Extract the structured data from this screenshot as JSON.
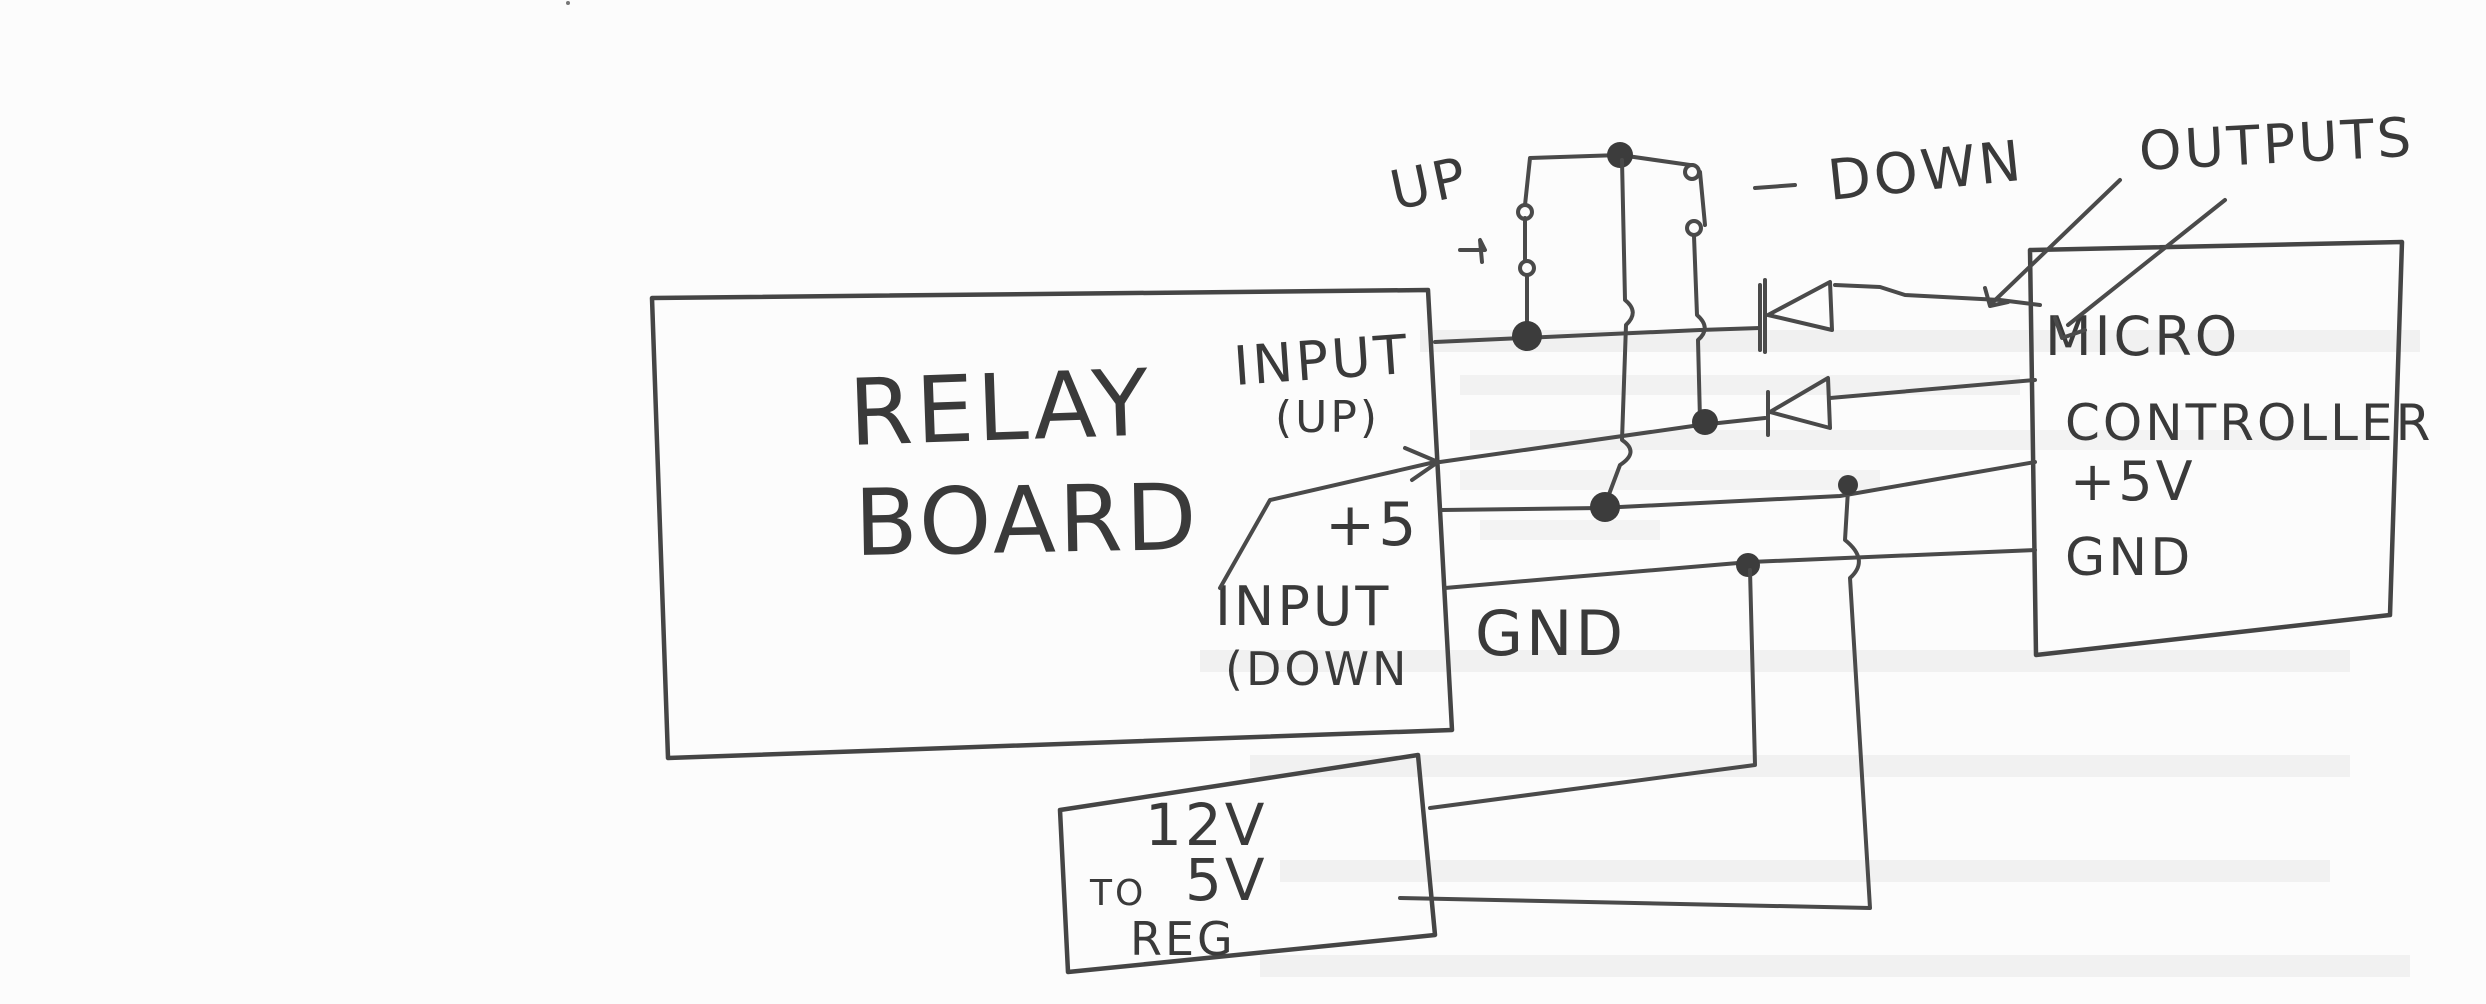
{
  "relay_board": {
    "title_line1": "RELAY",
    "title_line2": "BOARD",
    "input_up_line1": "INPUT",
    "input_up_line2": "(UP)",
    "plus5": "+5",
    "input_down_line1": "INPUT",
    "input_down_line2": "(DOWN",
    "gnd": "GND"
  },
  "switches": {
    "up": "UP",
    "down": "DOWN"
  },
  "outputs_label": "OUTPUTS",
  "microcontroller": {
    "line1": "MICRO",
    "line2": "CONTROLLER",
    "plus5v": "+5V",
    "gnd": "GND"
  },
  "regulator": {
    "line1": "12V",
    "line2": "TO",
    "line3": "5V",
    "line4": "REG"
  },
  "colors": {
    "paper": "#fcfcfc",
    "pencil": "#3a3a3a"
  }
}
